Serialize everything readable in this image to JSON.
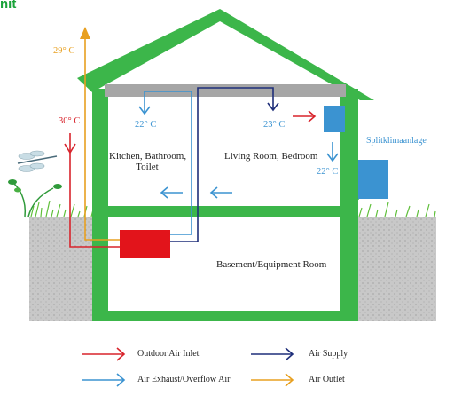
{
  "header": {
    "text": "nit"
  },
  "rooms": {
    "kitchen": [
      "Kitchen, Bathroom,",
      "Toilet"
    ],
    "living": "Living Room, Bedroom",
    "basement": "Basement/Equipment Room"
  },
  "temperatures": {
    "outlet": "29° C",
    "inlet": "30° C",
    "supply_left": "22° C",
    "supply_right": "23° C",
    "split_out": "22° C"
  },
  "split_ac_label": "Splitklimaanlage",
  "legend": [
    {
      "label": "Outdoor Air Inlet",
      "color": "#d8242c"
    },
    {
      "label": "Air Supply",
      "color": "#1f2f7a"
    },
    {
      "label": "Air Exhaust/Overflow Air",
      "color": "#3b93d1"
    },
    {
      "label": "Air Outlet",
      "color": "#e8a020"
    }
  ],
  "colors": {
    "house": "#3cb64a",
    "ground": "#c8c8c8",
    "roof_slab": "#a6a6a6",
    "unit": "#e2141b",
    "ac_unit": "#3b93d1"
  }
}
